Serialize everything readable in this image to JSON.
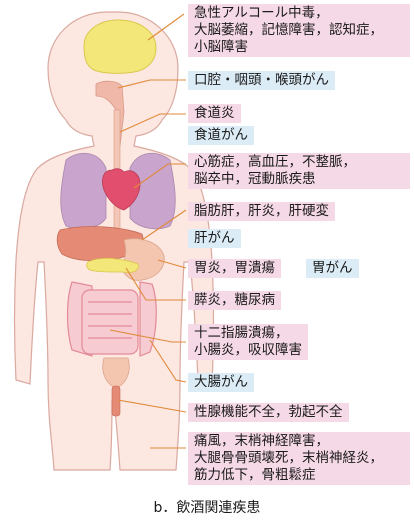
{
  "labels": {
    "alcohol_brain": [
      "急性アルコール中毒，",
      "大脳萎縮，記憶障害，認知症，",
      "小脳障害"
    ],
    "oral_cancer": "口腔・咽頭・喉頭がん",
    "esophagitis": "食道炎",
    "esophageal_cancer": "食道がん",
    "heart": [
      "心筋症，高血圧，不整脈，",
      "脳卒中，冠動脈疾患"
    ],
    "liver": "脂肪肝，肝炎，肝硬変",
    "liver_cancer": "肝がん",
    "stomach": "胃炎，胃潰瘍",
    "stomach_cancer": "胃がん",
    "pancreas": "膵炎，糖尿病",
    "intestine": [
      "十二指腸潰瘍，",
      "小腸炎，吸収障害"
    ],
    "colon_cancer": "大腸がん",
    "gonad": "性腺機能不全，勃起不全",
    "bones": [
      "痛風，末梢神経障害，",
      "大腿骨骨頭壊死，末梢神経炎，",
      "筋力低下，骨粗鬆症"
    ]
  },
  "caption": "b．飲酒関連疾患",
  "colors": {
    "disease_box": "#f6d9e6",
    "cancer_box": "#dcecf6",
    "leader_line": "#e08a3a",
    "body_fill": "#fde7e1",
    "body_outline": "#d9a9a0"
  }
}
